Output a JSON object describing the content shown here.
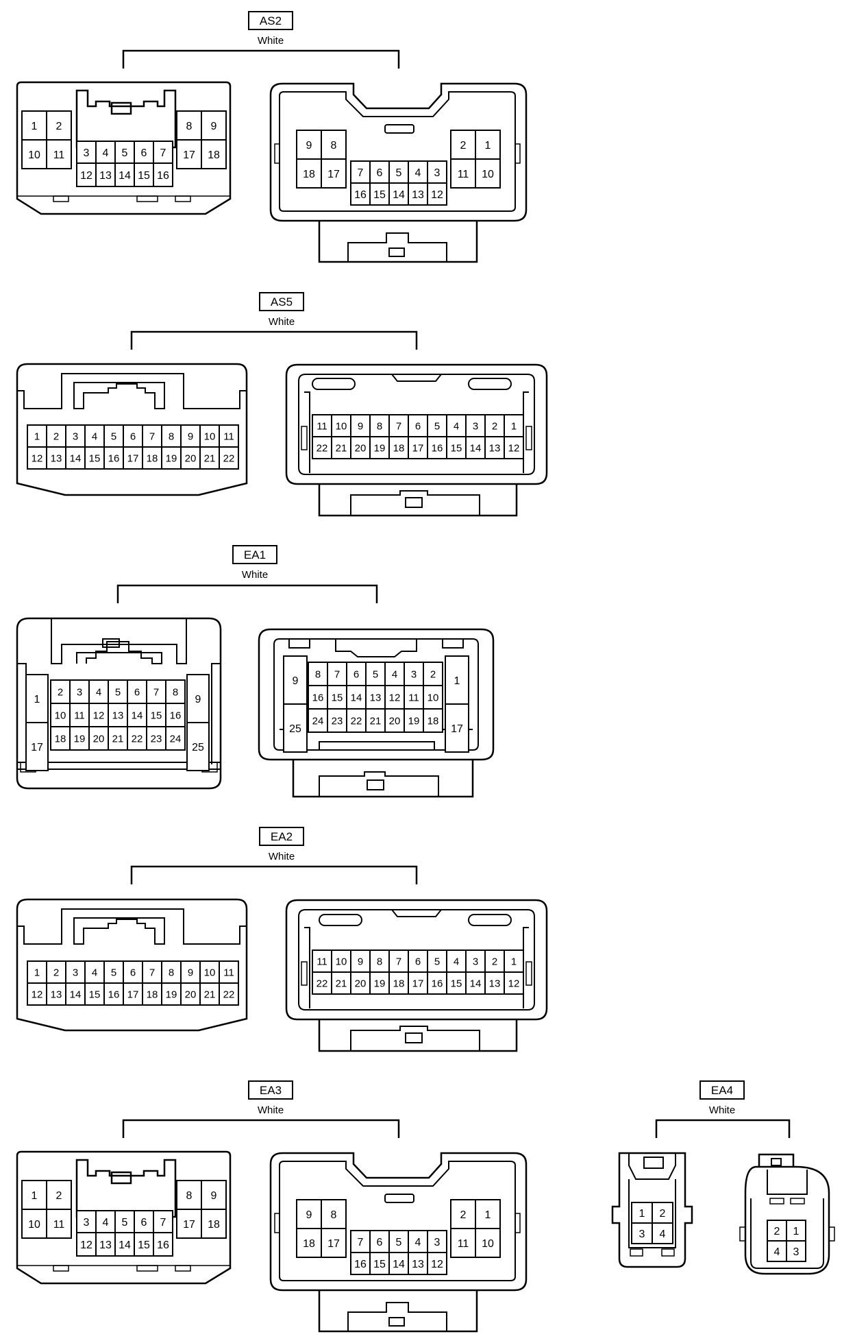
{
  "colors": {
    "ink": "#000000",
    "paper": "#ffffff"
  },
  "connectors": [
    {
      "name": "AS2",
      "color": "White",
      "left": {
        "top_left": [
          "1",
          "2"
        ],
        "bottom_left": [
          "10",
          "11"
        ],
        "top_mid": [
          "3",
          "4",
          "5",
          "6",
          "7"
        ],
        "bottom_mid": [
          "12",
          "13",
          "14",
          "15",
          "16"
        ],
        "top_right": [
          "8",
          "9"
        ],
        "bottom_right": [
          "17",
          "18"
        ]
      },
      "right": {
        "top_left": [
          "9",
          "8"
        ],
        "bottom_left": [
          "18",
          "17"
        ],
        "top_mid": [
          "7",
          "6",
          "5",
          "4",
          "3"
        ],
        "bottom_mid": [
          "16",
          "15",
          "14",
          "13",
          "12"
        ],
        "top_right": [
          "2",
          "1"
        ],
        "bottom_right": [
          "11",
          "10"
        ]
      }
    },
    {
      "name": "AS5",
      "color": "White",
      "left": {
        "top": [
          "1",
          "2",
          "3",
          "4",
          "5",
          "6",
          "7",
          "8",
          "9",
          "10",
          "11"
        ],
        "bottom": [
          "12",
          "13",
          "14",
          "15",
          "16",
          "17",
          "18",
          "19",
          "20",
          "21",
          "22"
        ]
      },
      "right": {
        "top": [
          "11",
          "10",
          "9",
          "8",
          "7",
          "6",
          "5",
          "4",
          "3",
          "2",
          "1"
        ],
        "bottom": [
          "22",
          "21",
          "20",
          "19",
          "18",
          "17",
          "16",
          "15",
          "14",
          "13",
          "12"
        ]
      }
    },
    {
      "name": "EA1",
      "color": "White",
      "left": {
        "side_left": [
          "1",
          "17"
        ],
        "row1": [
          "2",
          "3",
          "4",
          "5",
          "6",
          "7",
          "8"
        ],
        "row2": [
          "10",
          "11",
          "12",
          "13",
          "14",
          "15",
          "16"
        ],
        "row3": [
          "18",
          "19",
          "20",
          "21",
          "22",
          "23",
          "24"
        ],
        "side_right": [
          "9",
          "25"
        ]
      },
      "right": {
        "side_left": [
          "9",
          "25"
        ],
        "row1": [
          "8",
          "7",
          "6",
          "5",
          "4",
          "3",
          "2"
        ],
        "row2": [
          "16",
          "15",
          "14",
          "13",
          "12",
          "11",
          "10"
        ],
        "row3": [
          "24",
          "23",
          "22",
          "21",
          "20",
          "19",
          "18"
        ],
        "side_right": [
          "1",
          "17"
        ]
      }
    },
    {
      "name": "EA2",
      "color": "White",
      "left": {
        "top": [
          "1",
          "2",
          "3",
          "4",
          "5",
          "6",
          "7",
          "8",
          "9",
          "10",
          "11"
        ],
        "bottom": [
          "12",
          "13",
          "14",
          "15",
          "16",
          "17",
          "18",
          "19",
          "20",
          "21",
          "22"
        ]
      },
      "right": {
        "top": [
          "11",
          "10",
          "9",
          "8",
          "7",
          "6",
          "5",
          "4",
          "3",
          "2",
          "1"
        ],
        "bottom": [
          "22",
          "21",
          "20",
          "19",
          "18",
          "17",
          "16",
          "15",
          "14",
          "13",
          "12"
        ]
      }
    },
    {
      "name": "EA3",
      "color": "White",
      "left": {
        "top_left": [
          "1",
          "2"
        ],
        "bottom_left": [
          "10",
          "11"
        ],
        "top_mid": [
          "3",
          "4",
          "5",
          "6",
          "7"
        ],
        "bottom_mid": [
          "12",
          "13",
          "14",
          "15",
          "16"
        ],
        "top_right": [
          "8",
          "9"
        ],
        "bottom_right": [
          "17",
          "18"
        ]
      },
      "right": {
        "top_left": [
          "9",
          "8"
        ],
        "bottom_left": [
          "18",
          "17"
        ],
        "top_mid": [
          "7",
          "6",
          "5",
          "4",
          "3"
        ],
        "bottom_mid": [
          "16",
          "15",
          "14",
          "13",
          "12"
        ],
        "top_right": [
          "2",
          "1"
        ],
        "bottom_right": [
          "11",
          "10"
        ]
      }
    },
    {
      "name": "EA4",
      "color": "White",
      "left": {
        "top": [
          "1",
          "2"
        ],
        "bottom": [
          "3",
          "4"
        ]
      },
      "right": {
        "top": [
          "2",
          "1"
        ],
        "bottom": [
          "4",
          "3"
        ]
      }
    }
  ]
}
